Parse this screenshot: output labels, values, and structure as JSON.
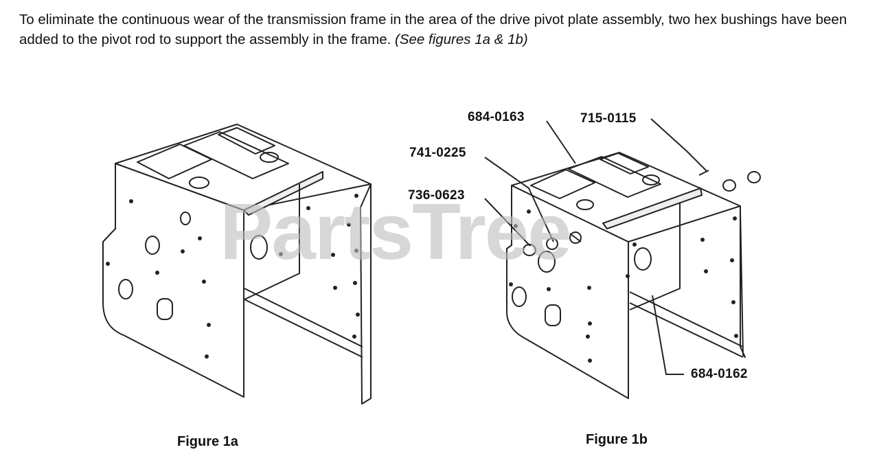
{
  "intro": {
    "main": "To eliminate the continuous wear of the transmission frame in the area of the drive pivot plate assembly, two hex bushings have been added to the pivot rod to support the assembly in the frame.",
    "ref": "(See figures 1a & 1b)"
  },
  "watermark": "PartsTree",
  "figures": [
    {
      "caption": "Figure 1a"
    },
    {
      "caption": "Figure 1b",
      "callouts": [
        "684-0163",
        "715-0115",
        "741-0225",
        "736-0623",
        "684-0162"
      ]
    }
  ]
}
